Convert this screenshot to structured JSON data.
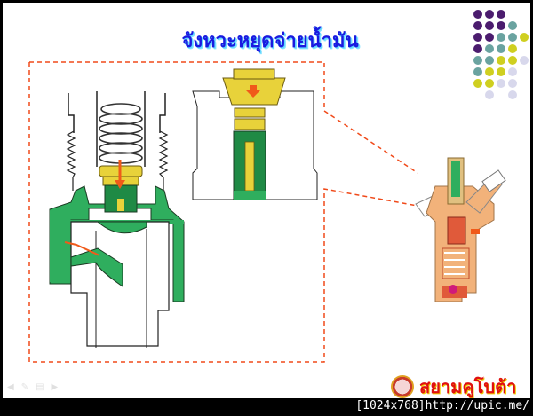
{
  "slide": {
    "title": "จังหวะหยุดจ่ายน้ำมัน",
    "title_color": "#1a1ae0",
    "accent_dash_color": "#f04a1a",
    "diagram_colors": {
      "green": "#2fae5e",
      "dark_green": "#1f8a45",
      "yellow": "#e8d23a",
      "orange_arrow": "#f05a1a",
      "pump_body": "#f2b27a"
    }
  },
  "decoration": {
    "dot_colors": [
      "#4b1c6e",
      "#6aa3a0",
      "#cfcf20",
      "#d8d8ec"
    ]
  },
  "logo": {
    "text": "สยามคูโบต้า"
  },
  "nav": {
    "icons": [
      "prev-arrow-icon",
      "pen-icon",
      "menu-icon",
      "next-arrow-icon"
    ]
  },
  "footer": {
    "watermark": "[1024x768]http://upic.me/"
  }
}
